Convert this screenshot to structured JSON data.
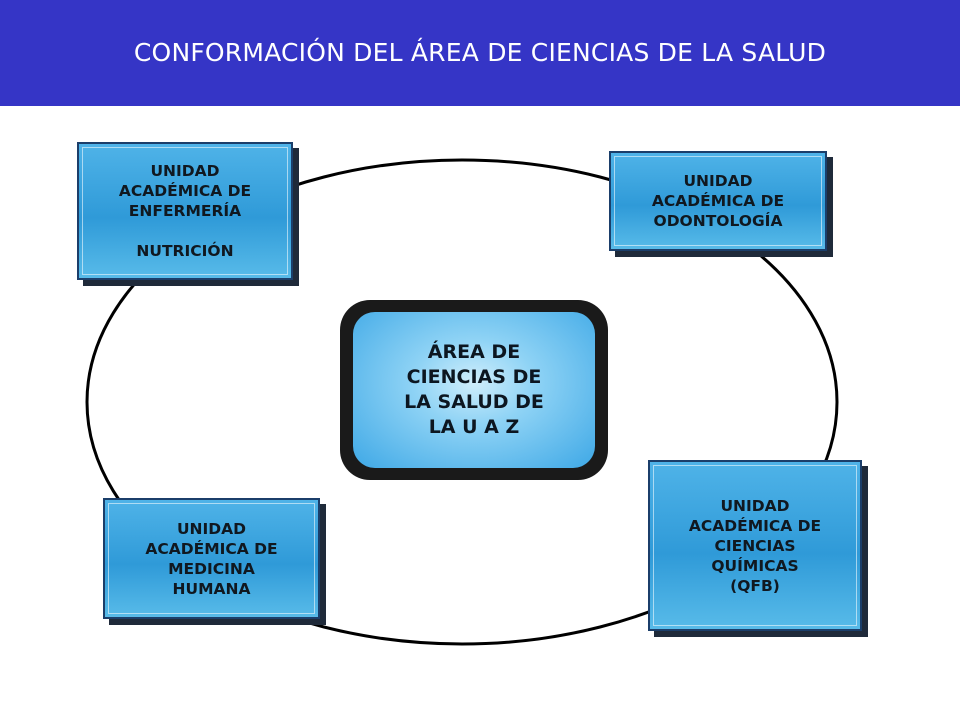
{
  "header": {
    "title": "CONFORMACIÓN DEL ÁREA DE CIENCIAS DE LA SALUD"
  },
  "center": {
    "label": "ÁREA DE\nCIENCIAS DE\nLA SALUD DE\nLA U A Z"
  },
  "units": {
    "enfermeria": "UNIDAD\nACADÉMICA DE\nENFERMERÍA\n\nNUTRICIÓN",
    "odontologia": "UNIDAD\nACADÉMICA DE\nODONTOLOGÍA",
    "medicina": "UNIDAD\nACADÉMICA DE\nMEDICINA\nHUMANA",
    "quimicas": "UNIDAD\nACADÉMICA DE\nCIENCIAS\nQUÍMICAS\n(QFB)"
  },
  "colors": {
    "header_bg": "#3535c6",
    "box_blue": "#2f9ad8",
    "outline": "#000000"
  }
}
